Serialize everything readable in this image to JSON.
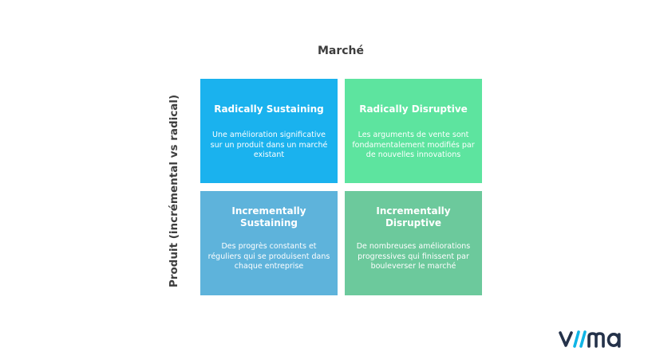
{
  "axes": {
    "x_label": "Marché",
    "y_label": "Produit (incrémental vs radical)"
  },
  "quadrants": [
    {
      "title": "Radically Sustaining",
      "description": "Une amélioration significative sur un produit dans un marché existant",
      "color": "#1ab2ee"
    },
    {
      "title": "Radically Disruptive",
      "description": "Les arguments de vente sont fondamentalement modifiés par de nouvelles innovations",
      "color": "#5de49f"
    },
    {
      "title": "Incrementally Sustaining",
      "description": "Des progrès constants et réguliers qui se produisent dans chaque entreprise",
      "color": "#5eb3db"
    },
    {
      "title": "Incrementally Disruptive",
      "description": "De nombreuses améliorations progressives qui finissent par bouleverser le marché",
      "color": "#6cc99c"
    }
  ],
  "logo": {
    "text": "viima",
    "accent_color": "#0fb5e6",
    "text_color": "#24324a"
  }
}
